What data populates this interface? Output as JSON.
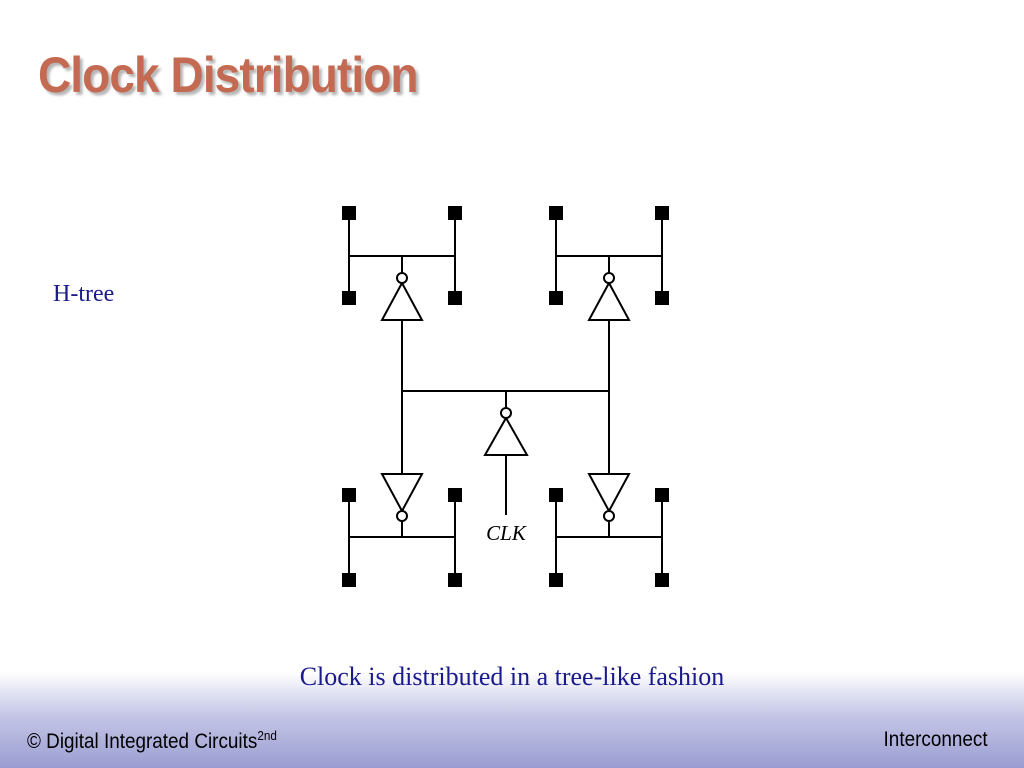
{
  "slide": {
    "title": "Clock Distribution",
    "side_label": "H-tree",
    "caption": "Clock is distributed in a tree-like fashion"
  },
  "diagram": {
    "clk_label": "CLK"
  },
  "footer": {
    "left_text": "© Digital Integrated Circuits",
    "left_superscript": "2nd",
    "right_text": "Interconnect"
  }
}
